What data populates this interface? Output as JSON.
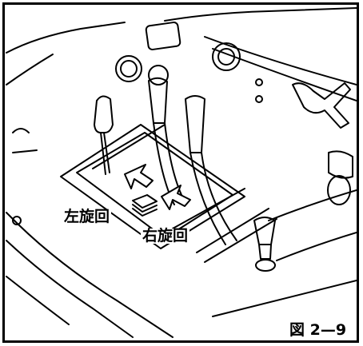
{
  "labels": {
    "left_turn": "左旋回",
    "right_turn": "右旋回",
    "figure_number": "図 2—9"
  }
}
